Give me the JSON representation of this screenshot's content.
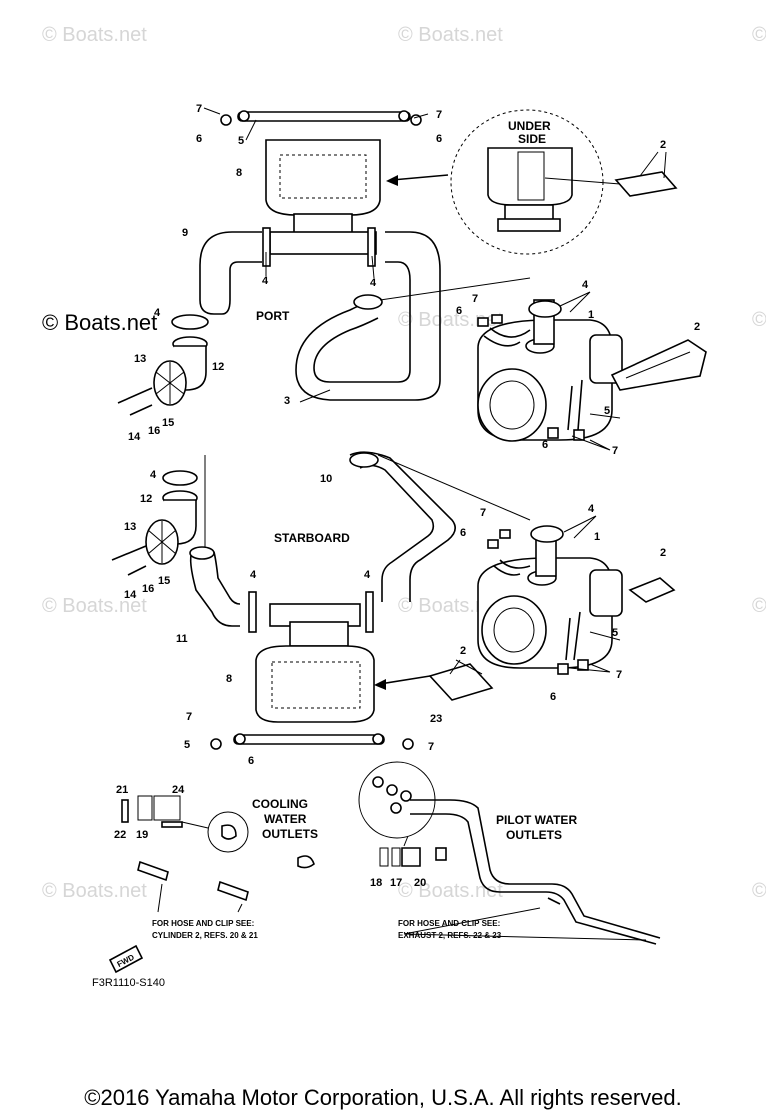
{
  "watermarks": [
    "© Boats.net",
    "© Boats.net",
    "© Boats.net",
    "© Boats.net",
    "© Boats.net",
    "© Boats.net",
    "© Boats.net",
    "© Boats.net",
    "© Boats.net",
    "© Boats.net",
    "© Boats.net"
  ],
  "watermark_main": "© Boats.net",
  "labels": {
    "under_side_1": "UNDER",
    "under_side_2": "SIDE",
    "port": "PORT",
    "starboard": "STARBOARD",
    "cooling_1": "COOLING",
    "cooling_2": "WATER",
    "cooling_3": "OUTLETS",
    "pilot_1": "PILOT WATER",
    "pilot_2": "OUTLETS",
    "note_left_1": "FOR HOSE AND CLIP SEE:",
    "note_left_2": "CYLINDER 2, REFS.  20 & 21",
    "note_right_1": "FOR HOSE AND CLIP SEE:",
    "note_right_2": "EXHAUST 2, REFS.  22 & 23",
    "fwd": "FWD",
    "diagram_code": "F3R1110-S140"
  },
  "callouts": [
    "7",
    "6",
    "5",
    "7",
    "6",
    "8",
    "2",
    "9",
    "4",
    "4",
    "3",
    "4",
    "6",
    "7",
    "4",
    "1",
    "2",
    "13",
    "12",
    "14",
    "16",
    "15",
    "5",
    "6",
    "7",
    "4",
    "12",
    "10",
    "13",
    "14",
    "16",
    "15",
    "7",
    "6",
    "4",
    "1",
    "11",
    "4",
    "4",
    "2",
    "5",
    "8",
    "2",
    "6",
    "7",
    "7",
    "5",
    "6",
    "7",
    "23",
    "21",
    "24",
    "22",
    "19",
    "18",
    "17",
    "20"
  ],
  "copyright": "©2016 Yamaha Motor Corporation, U.S.A. All rights reserved."
}
